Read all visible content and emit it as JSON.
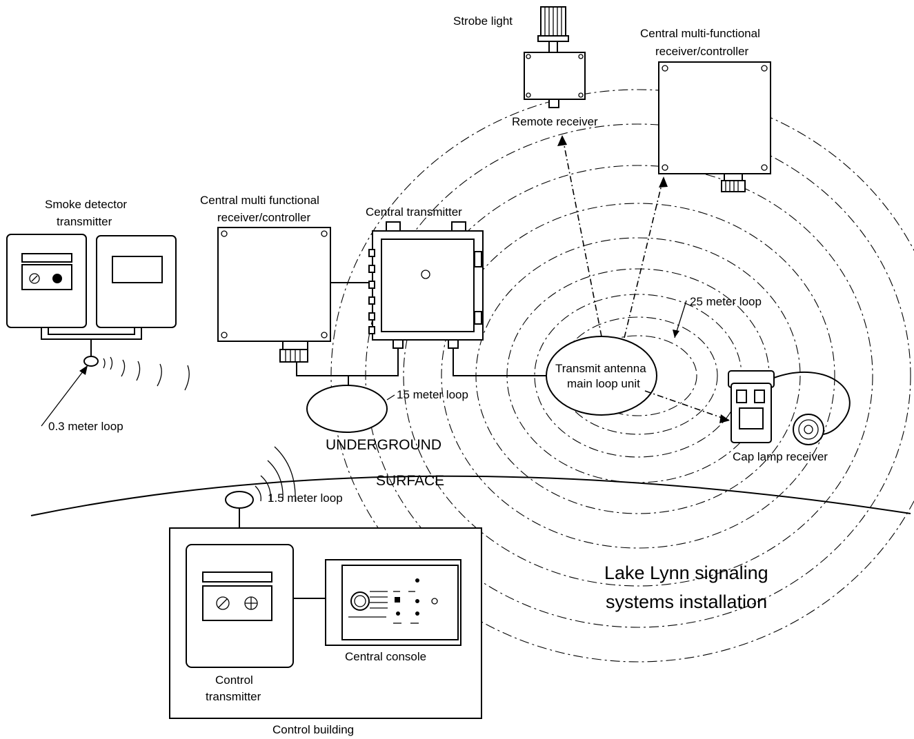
{
  "labels": {
    "strobe_light": "Strobe light",
    "remote_receiver": "Remote receiver",
    "central_mf_top_line1": "Central multi-functional",
    "central_mf_top_line2": "receiver/controller",
    "smoke_detector_line1": "Smoke detector",
    "smoke_detector_line2": "transmitter",
    "central_mf_left_line1": "Central multi functional",
    "central_mf_left_line2": "receiver/controller",
    "central_transmitter": "Central transmitter",
    "loop_25": "25 meter loop",
    "transmit_antenna_line1": "Transmit antenna",
    "transmit_antenna_line2": "main loop unit",
    "loop_15": "15 meter loop",
    "loop_03": "0.3 meter loop",
    "underground": "UNDERGROUND",
    "surface": "SURFACE",
    "cap_lamp_receiver": "Cap lamp receiver",
    "loop_15m": "1.5 meter loop",
    "system_title_line1": "Lake Lynn signaling",
    "system_title_line2": "systems installation",
    "central_console": "Central console",
    "control_transmitter_line1": "Control",
    "control_transmitter_line2": "transmitter",
    "control_building": "Control building"
  },
  "icons": {
    "strobe": "strobe-light-icon",
    "smoke_detector": "smoke-detector-icon",
    "cap_lamp": "cap-lamp-icon"
  }
}
